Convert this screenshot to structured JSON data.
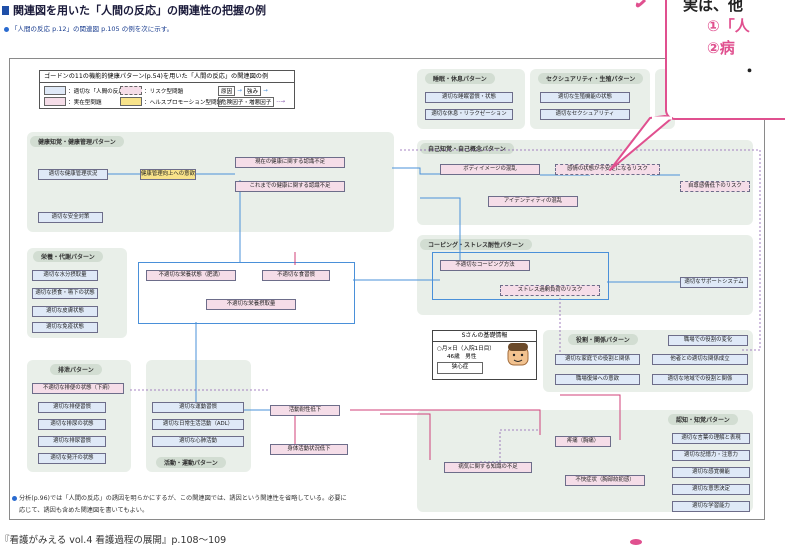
{
  "page": {
    "title": "関連図を用いた「人間の反応」の関連性の把握の例",
    "subtitle": "「人間の反応 p.12」の関連図 p.105 の例を次に示す。"
  },
  "diagram": {
    "frame_title": "ゴードンの11の機能的健康パターン(p.54)を用いた「人間の反応」の関連図の例",
    "legend": {
      "need_label": "：適切な「人間の反応」",
      "risk_label": "：リスク型問題",
      "actual_label": "：実在型問題",
      "hp_label": "：ヘルスプロモーション型問題",
      "cause_label": "原因",
      "strength_label": "強み",
      "risk_factor_label": "危険因子・増悪因子"
    },
    "patterns": {
      "health": "健康知覚・健康管理パターン",
      "nutrition": "栄養・代謝パターン",
      "elimination": "排泄パターン",
      "activity": "活動・運動パターン",
      "sleep": "睡眠・休息パターン",
      "sexuality": "セクシュアリティ・生殖パターン",
      "self": "自己知覚・自己概念パターン",
      "coping": "コーピング・ストレス耐性パターン",
      "role": "役割・関係パターン",
      "cognition": "認知・知覚パターン"
    },
    "nodes": {
      "n_health_mgmt": "適切な健康管理状況",
      "n_health_improve": "健康管理向上への意欲",
      "n_safety": "適切な安全対策",
      "n_current_knowledge": "現在の健康に関する認識不足",
      "n_future_knowledge": "これまでの健康に関する認識不足",
      "n_water": "適切な水分摂取量",
      "n_swallow": "適切な摂食・嚥下の状態",
      "n_skin": "適切な皮膚状態",
      "n_immune": "適切な免疫状態",
      "n_nutrition_obese": "不適切な栄養状態（肥満）",
      "n_eating_habit": "不適切な食習慣",
      "n_intake": "不適切な栄養摂取量",
      "n_urinary_drain": "不適切な排便の状態（下痢）",
      "n_urinary_habit": "適切な排便習慣",
      "n_urine_state": "適切な排尿の状態",
      "n_urine_habit": "適切な排尿習慣",
      "n_sweat": "適切な発汗の状態",
      "n_exercise": "適切な運動習慣",
      "n_adl": "適切な日常生活活動（ADL）",
      "n_breath": "適切な心肺活動",
      "n_act_tol": "活動耐性低下",
      "n_physical_decline": "身体活動状況低下",
      "n_sleep_habit": "適切な睡眠習慣・状態",
      "n_rest": "適切な休息・リラクゼーション",
      "n_sex_organ": "適切な生殖機能の状態",
      "n_sexuality": "適切なセクシュアリティ",
      "n_body_image": "ボディイメージの混乱",
      "n_emotion_risk": "感情の状態が不安定になるリスク",
      "n_self_esteem": "自尊感情低下のリスク",
      "n_identity": "アイデンティティの混乱",
      "n_coping": "不適切なコーピング方法",
      "n_stress_risk": "ストレス過剰負荷のリスク",
      "n_support": "適切なサポートシステム",
      "n_work_role_change": "職場での役割の変化",
      "n_family_role": "適切な家庭での役割と関係",
      "n_other_relation": "他者との適切な関係成立",
      "n_work_return": "職場復帰への意欲",
      "n_community_role": "適切な地域での役割と関係",
      "n_pain": "疼痛（胸痛）",
      "n_disease_knowledge": "病気に関する知識の不足",
      "n_discomfort": "不快症状（胸部絞扼感）",
      "n_language": "適切な言葉の理解と表現",
      "n_memory": "適切な記憶力・注意力",
      "n_sense": "適切な感覚機能",
      "n_decision": "適切な意思決定",
      "n_learning": "適切な学習能力"
    },
    "info_box": {
      "title": "Sさんの基礎情報",
      "line1": "○月×日（入院1日目）",
      "line2": "46歳　男性",
      "diagnosis": "狭心症"
    },
    "footnote": {
      "line1": "分析(p.96)では「人間の反応」の誘因を明らかにするが、この関連図では、誘因という関連性を省略している。必要に",
      "line2": "応じて、誘因も含めた関連図を書いてもよい。"
    },
    "source": "『看護がみえる vol.4 看護過程の展開』p.108～109"
  },
  "speech_bubble": {
    "line1": "実は、他",
    "line2": "①「人",
    "line3": "②病",
    "line4": "・"
  },
  "colors": {
    "blue_line": "#4a90d9",
    "pink_line": "#d0427a",
    "dashed_purple": "#8b5fb0",
    "accent_pink": "#e0508f"
  }
}
